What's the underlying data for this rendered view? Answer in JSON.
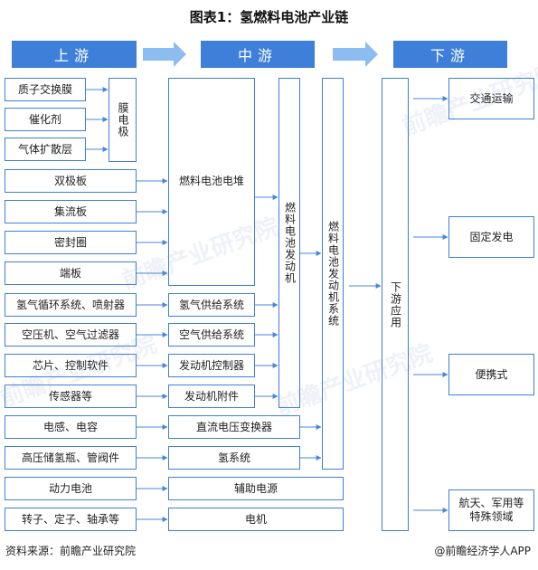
{
  "title": "图表1：氢燃料电池产业链",
  "headers": {
    "upstream": "上游",
    "midstream": "中游",
    "downstream": "下游"
  },
  "upstream_items": [
    "质子交换膜",
    "催化剂",
    "气体扩散层",
    "双极板",
    "集流板",
    "密封圈",
    "端板",
    "氢气循环系统、喷射器",
    "空压机、空气过滤器",
    "芯片、控制软件",
    "传感器等",
    "电感、电容",
    "高压储氢瓶、管阀件",
    "动力电池",
    "转子、定子、轴承等"
  ],
  "membrane_electrode": "膜电极",
  "fuel_cell_stack": "燃料电池电堆",
  "subsystems": [
    "氢气供给系统",
    "空气供给系统",
    "发动机控制器",
    "发动机附件"
  ],
  "dc_converter": "直流电压变换器",
  "hydrogen_system": "氢系统",
  "aux_power": "辅助电源",
  "motor": "电机",
  "fuel_cell_engine": "燃料电池发动机",
  "fuel_cell_engine_system": "燃料电池发动机系统",
  "downstream_app": "下游应用",
  "applications": [
    "交通运输",
    "固定发电",
    "便携式",
    "航天、军用等特殊领域"
  ],
  "source": "资料来源：前瞻产业研究院",
  "credit": "@前瞻经济学人APP",
  "watermark": "前瞻产业研究院",
  "colors": {
    "accent": "#3d7fd9",
    "arrow": "#7fb2ee"
  }
}
